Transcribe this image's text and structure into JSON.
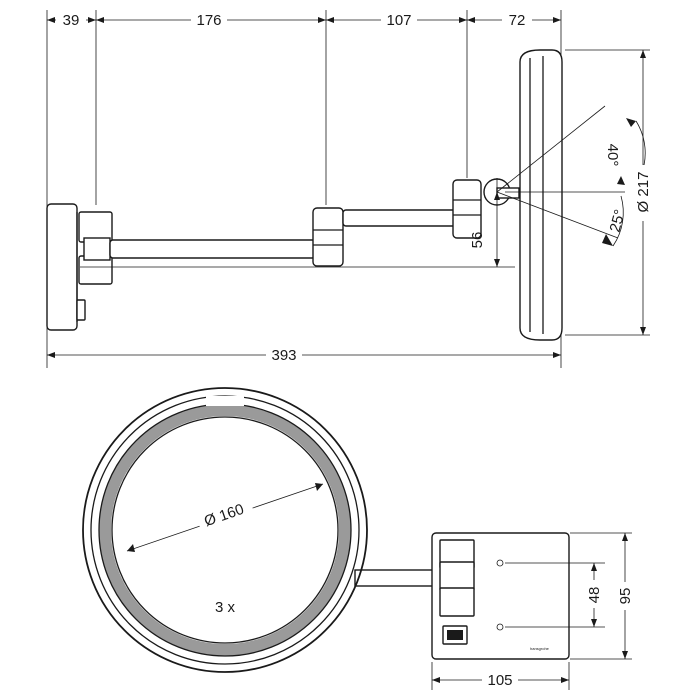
{
  "side_view": {
    "dim_top": [
      "39",
      "176",
      "107",
      "72"
    ],
    "dim_total_width": "393",
    "dim_height_56": "56",
    "dim_diameter_217": "Ø 217",
    "angle_up": "40°",
    "angle_down": "25°"
  },
  "front_view": {
    "dim_inner_diameter": "Ø 160",
    "magnification": "3 x",
    "dim_48": "48",
    "dim_95": "95",
    "dim_105": "105",
    "brand_label": "hansgrohe"
  }
}
